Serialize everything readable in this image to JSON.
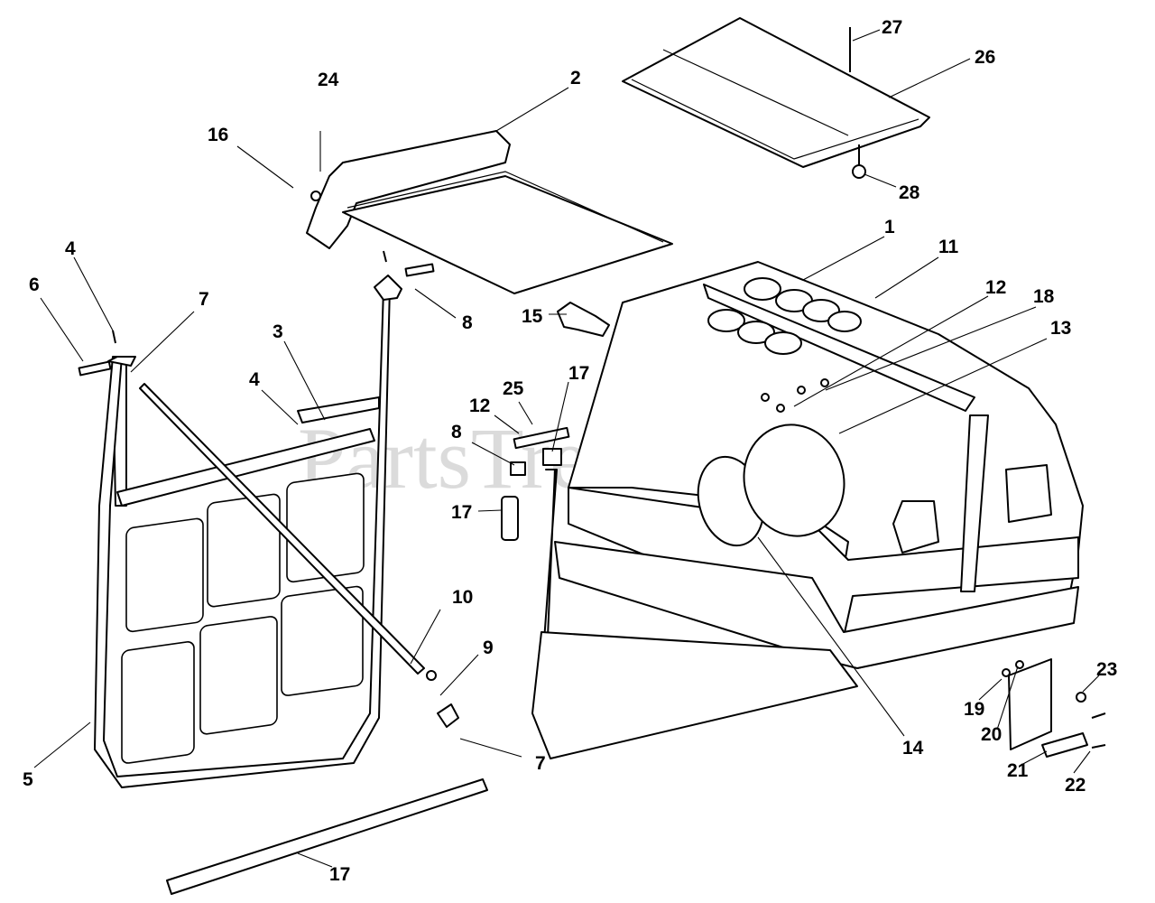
{
  "watermark": {
    "text": "PartsTree",
    "mark": "TM"
  },
  "callouts": [
    "24",
    "2",
    "16",
    "27",
    "26",
    "28",
    "1",
    "11",
    "12",
    "18",
    "13",
    "15",
    "8",
    "17",
    "25",
    "12",
    "8",
    "17",
    "3",
    "4",
    "4",
    "6",
    "7",
    "5",
    "10",
    "9",
    "7",
    "17",
    "14",
    "19",
    "20",
    "21",
    "22",
    "23"
  ]
}
